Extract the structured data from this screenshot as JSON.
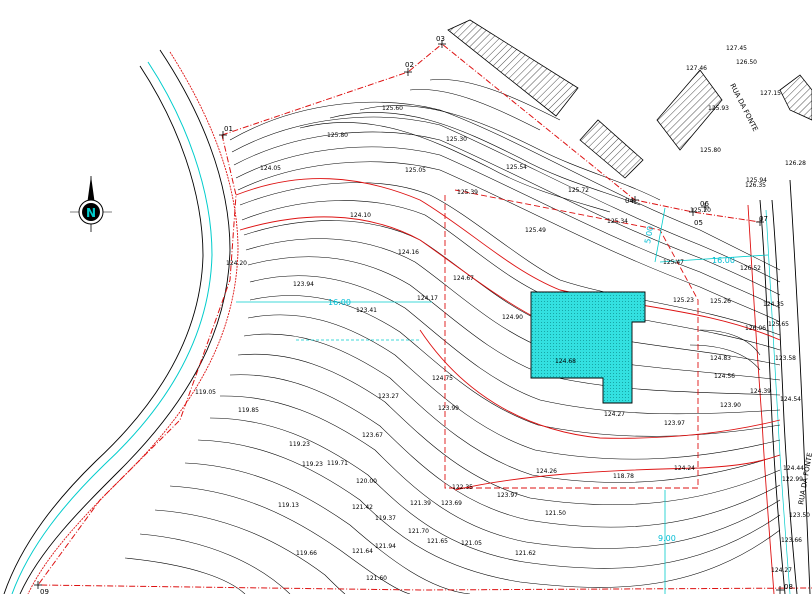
{
  "vertices": [
    "01",
    "02",
    "03",
    "04",
    "05",
    "06",
    "07",
    "08",
    "09"
  ],
  "north": "N",
  "streets": [
    "RUA DA FONTE",
    "RUA DA FONTE"
  ],
  "dimensions": [
    "5.00",
    "16.00",
    "16.00",
    "9.00"
  ],
  "elevations": [
    "125.60",
    "125.80",
    "125.30",
    "125.05",
    "125.54",
    "125.72",
    "124.05",
    "124.10",
    "125.39",
    "125.49",
    "125.34",
    "125.47",
    "124.20",
    "124.16",
    "124.67",
    "123.94",
    "124.17",
    "123.41",
    "124.90",
    "125.23",
    "125.26",
    "124.75",
    "124.68",
    "124.83",
    "123.27",
    "124.56",
    "123.99",
    "124.27",
    "123.90",
    "123.97",
    "119.05",
    "119.85",
    "123.67",
    "119.23",
    "119.71",
    "124.26",
    "124.24",
    "119.23",
    "120.00",
    "119.13",
    "121.42",
    "121.39",
    "119.66",
    "119.37",
    "121.64",
    "121.70",
    "121.65",
    "121.50",
    "123.69",
    "123.97",
    "122.35",
    "118.78",
    "121.60",
    "121.94",
    "121.62",
    "121.05",
    "125.80",
    "125.20",
    "127.46",
    "125.93",
    "126.35",
    "125.94",
    "126.50",
    "126.52",
    "126.06",
    "125.65",
    "124.39",
    "124.35",
    "124.54",
    "123.58",
    "124.44",
    "122.99",
    "123.50",
    "124.27",
    "123.66",
    "126.28",
    "127.45",
    "127.15"
  ]
}
